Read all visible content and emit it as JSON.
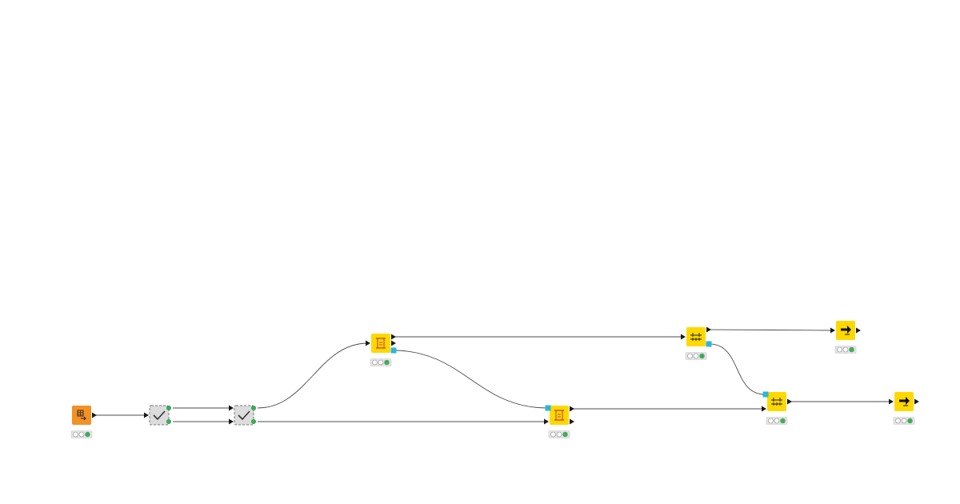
{
  "workflow": {
    "colors": {
      "background": "#ffffff",
      "edge": "#4d4d4d",
      "port": "#1a1a1a",
      "source_node": "#f39224",
      "manipulator_node": "#ffd800",
      "metanode": "#dcdcdc",
      "model_port": "#2eb5d8",
      "status_bg": "#e6e6e6",
      "status_green": "#2db84e",
      "flow_port": "#2db84e"
    },
    "nodes": [
      {
        "id": "n1",
        "kind": "source",
        "icon": "table-creator-icon",
        "status": "executed"
      },
      {
        "id": "n2",
        "kind": "metanode",
        "icon": "checkmark-icon",
        "status": "none"
      },
      {
        "id": "n3",
        "kind": "metanode",
        "icon": "checkmark-icon",
        "status": "none"
      },
      {
        "id": "n4",
        "kind": "manipulator",
        "icon": "transform-icon",
        "status": "executed"
      },
      {
        "id": "n5",
        "kind": "manipulator",
        "icon": "transform-icon",
        "status": "executed"
      },
      {
        "id": "n6",
        "kind": "manipulator",
        "icon": "splitter-icon",
        "status": "executed"
      },
      {
        "id": "n7",
        "kind": "manipulator",
        "icon": "splitter-icon",
        "status": "executed"
      },
      {
        "id": "n8",
        "kind": "manipulator",
        "icon": "arrow-right-icon",
        "status": "executed"
      },
      {
        "id": "n9",
        "kind": "manipulator",
        "icon": "arrow-right-icon",
        "status": "executed"
      }
    ],
    "connections": [
      {
        "from": "n1",
        "to": "n2"
      },
      {
        "from": "n2",
        "to": "n3"
      },
      {
        "from": "n2",
        "to": "n3"
      },
      {
        "from": "n3",
        "to": "n4"
      },
      {
        "from": "n3",
        "to": "n5"
      },
      {
        "from": "n4",
        "to": "n5"
      },
      {
        "from": "n4",
        "to": "n6"
      },
      {
        "from": "n6",
        "to": "n7"
      },
      {
        "from": "n5",
        "to": "n7"
      },
      {
        "from": "n6",
        "to": "n8"
      },
      {
        "from": "n7",
        "to": "n9"
      }
    ]
  }
}
